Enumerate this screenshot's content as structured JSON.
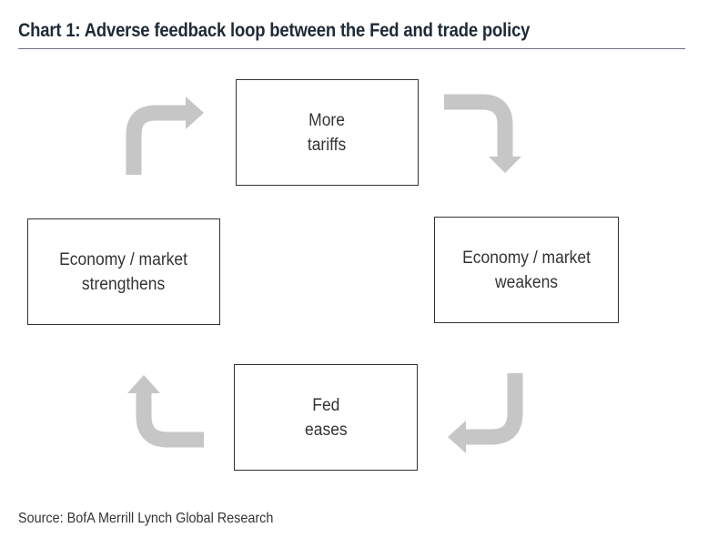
{
  "title": "Chart 1: Adverse feedback loop between the Fed and trade policy",
  "source": "Source: BofA Merrill Lynch Global Research",
  "nodes": {
    "top": {
      "lines": [
        "More",
        "tariffs"
      ]
    },
    "right": {
      "lines": [
        "Economy / market",
        "weakens"
      ]
    },
    "bottom": {
      "lines": [
        "Fed",
        "eases"
      ]
    },
    "left": {
      "lines": [
        "Economy /  market",
        "strengthens"
      ]
    }
  },
  "colors": {
    "arrow": "#c6c6c6",
    "box_border": "#333333",
    "text": "#333333",
    "title": "#1f2a37"
  }
}
